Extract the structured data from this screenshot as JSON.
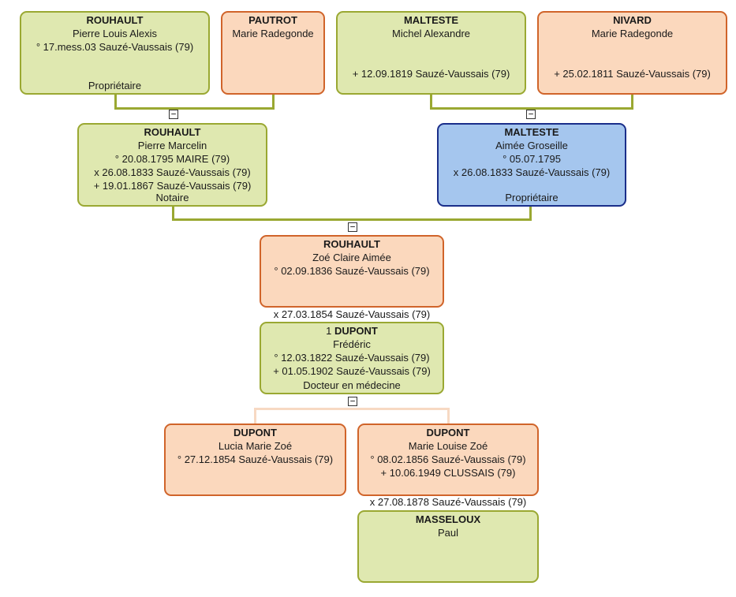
{
  "persons": {
    "p1": {
      "surname": "ROUHAULT",
      "given": "Pierre Louis Alexis",
      "birth": "° 17.mess.03 Sauzé-Vaussais (79)",
      "occupation": "Propriétaire"
    },
    "p2": {
      "surname": "PAUTROT",
      "given": "Marie Radegonde"
    },
    "p3": {
      "surname": "MALTESTE",
      "given": "Michel Alexandre",
      "death": "+ 12.09.1819 Sauzé-Vaussais (79)"
    },
    "p4": {
      "surname": "NIVARD",
      "given": "Marie Radegonde",
      "death": "+ 25.02.1811 Sauzé-Vaussais (79)"
    },
    "p5": {
      "surname": "ROUHAULT",
      "given": "Pierre Marcelin",
      "birth": "° 20.08.1795 MAIRE (79)",
      "marriage": "x 26.08.1833 Sauzé-Vaussais (79)",
      "death": "+ 19.01.1867 Sauzé-Vaussais (79)",
      "occupation": "Notaire"
    },
    "p6": {
      "surname": "MALTESTE",
      "given": "Aimée Groseille",
      "birth": "° 05.07.1795",
      "marriage": "x 26.08.1833 Sauzé-Vaussais (79)",
      "occupation": "Propriétaire"
    },
    "p7": {
      "surname": "ROUHAULT",
      "given": "Zoé Claire Aimée",
      "birth": "° 02.09.1836 Sauzé-Vaussais (79)"
    },
    "p8": {
      "number": "1",
      "surname": "DUPONT",
      "given": "Frédéric",
      "birth": "° 12.03.1822 Sauzé-Vaussais (79)",
      "death": "+ 01.05.1902 Sauzé-Vaussais (79)",
      "occupation": "Docteur en médecine"
    },
    "p9": {
      "surname": "DUPONT",
      "given": "Lucia Marie Zoé",
      "birth": "° 27.12.1854 Sauzé-Vaussais (79)"
    },
    "p10": {
      "surname": "DUPONT",
      "given": "Marie Louise Zoé",
      "birth": "° 08.02.1856 Sauzé-Vaussais (79)",
      "death": "+ 10.06.1949 CLUSSAIS (79)"
    },
    "p11": {
      "surname": "MASSELOUX",
      "given": "Paul"
    }
  },
  "marriages": {
    "m1": "x 27.03.1854 Sauzé-Vaussais (79)",
    "m2": "x 27.08.1878 Sauzé-Vaussais (79)"
  },
  "toggle_symbol": "−",
  "colors": {
    "green_fill": "#dfe8b0",
    "green_border": "#9aa832",
    "orange_fill": "#fbd8bd",
    "orange_border": "#d0642a",
    "blue_fill": "#a5c6ee",
    "blue_border": "#1a2e8a"
  }
}
